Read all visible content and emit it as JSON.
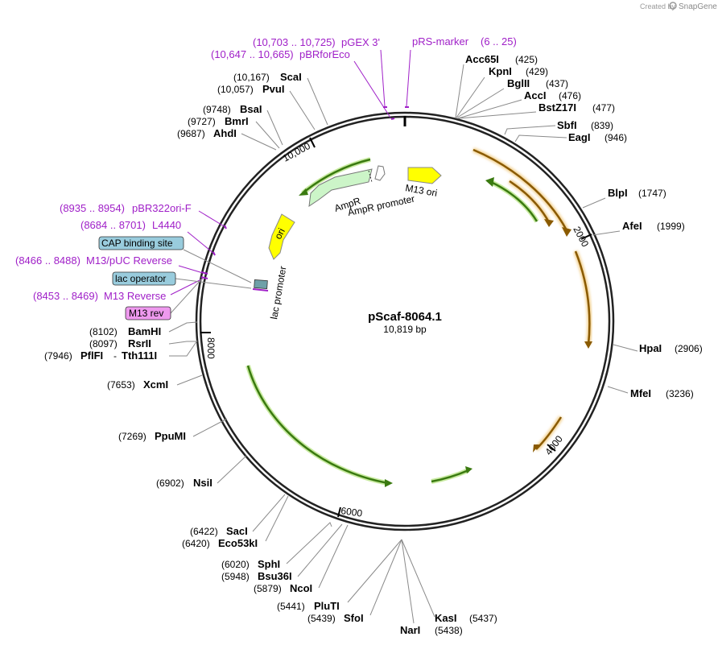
{
  "credit": {
    "prefix": "Created by",
    "brand": "SnapGene"
  },
  "plasmid": {
    "name": "pScaf-8064.1",
    "size": "10,819 bp"
  },
  "ticks": {
    "t2000": "2000",
    "t4000": "4000",
    "t6000": "6000",
    "t8000": "8000",
    "t10000": "10,000"
  },
  "sites": {
    "acc65i": {
      "name": "Acc65I",
      "pos": "(425)"
    },
    "kpni": {
      "name": "KpnI",
      "pos": "(429)"
    },
    "bglii": {
      "name": "BglII",
      "pos": "(437)"
    },
    "acci": {
      "name": "AccI",
      "pos": "(476)"
    },
    "bstz17i": {
      "name": "BstZ17I",
      "pos": "(477)"
    },
    "sbfi": {
      "name": "SbfI",
      "pos": "(839)"
    },
    "eagi": {
      "name": "EagI",
      "pos": "(946)"
    },
    "blpi": {
      "name": "BlpI",
      "pos": "(1747)"
    },
    "afei": {
      "name": "AfeI",
      "pos": "(1999)"
    },
    "hpai": {
      "name": "HpaI",
      "pos": "(2906)"
    },
    "mfei": {
      "name": "MfeI",
      "pos": "(3236)"
    },
    "kasi": {
      "name": "KasI",
      "pos": "(5437)"
    },
    "nari": {
      "name": "NarI",
      "pos": "(5438)"
    },
    "sfoi": {
      "name": "SfoI",
      "pos": "(5439)"
    },
    "pluti": {
      "name": "PluTI",
      "pos": "(5441)"
    },
    "ncoi": {
      "name": "NcoI",
      "pos": "(5879)"
    },
    "bsu36i": {
      "name": "Bsu36I",
      "pos": "(5948)"
    },
    "sphi": {
      "name": "SphI",
      "pos": "(6020)"
    },
    "eco53ki": {
      "name": "Eco53kI",
      "pos": "(6420)"
    },
    "saci": {
      "name": "SacI",
      "pos": "(6422)"
    },
    "nsii": {
      "name": "NsiI",
      "pos": "(6902)"
    },
    "ppumi": {
      "name": "PpuMI",
      "pos": "(7269)"
    },
    "xcmi": {
      "name": "XcmI",
      "pos": "(7653)"
    },
    "pflfi": {
      "name": "PflFI",
      "sep": "-",
      "name2": "Tth111I",
      "pos": "(7946)"
    },
    "rsrii": {
      "name": "RsrII",
      "pos": "(8097)"
    },
    "bamhi": {
      "name": "BamHI",
      "pos": "(8102)"
    },
    "ahdi": {
      "name": "AhdI",
      "pos": "(9687)"
    },
    "bmri": {
      "name": "BmrI",
      "pos": "(9727)"
    },
    "bsai": {
      "name": "BsaI",
      "pos": "(9748)"
    },
    "pvui": {
      "name": "PvuI",
      "pos": "(10,057)"
    },
    "scai": {
      "name": "ScaI",
      "pos": "(10,167)"
    }
  },
  "primers": {
    "pgex3": {
      "range": "(10,703 .. 10,725)",
      "name": "pGEX 3'"
    },
    "pbrforeco": {
      "range": "(10,647 .. 10,665)",
      "name": "pBRforEco"
    },
    "prsmarker": {
      "name": "pRS-marker",
      "range": "(6 .. 25)"
    },
    "pbr322ori": {
      "range": "(8935 .. 8954)",
      "name": "pBR322ori-F"
    },
    "l4440": {
      "range": "(8684 .. 8701)",
      "name": "L4440"
    },
    "m13puc": {
      "range": "(8466 .. 8488)",
      "name": "M13/pUC Reverse"
    },
    "m13rev": {
      "range": "(8453 .. 8469)",
      "name": "M13 Reverse"
    }
  },
  "boxes": {
    "cap": "CAP binding site",
    "lacop": "lac operator",
    "m13rev": "M13 rev"
  },
  "features": {
    "m13ori": "M13 ori",
    "ampr": "AmpR",
    "amprpromoter": "AmpR promoter",
    "ori": "ori",
    "lacpromoter": "lac promoter"
  },
  "colors": {
    "orange": "#d9a441",
    "green": "#86c84a",
    "yellow": "#ffff00",
    "primer": "#a020c8",
    "tealbox": "#99ccdd",
    "pinkbox": "#ee99ee"
  }
}
